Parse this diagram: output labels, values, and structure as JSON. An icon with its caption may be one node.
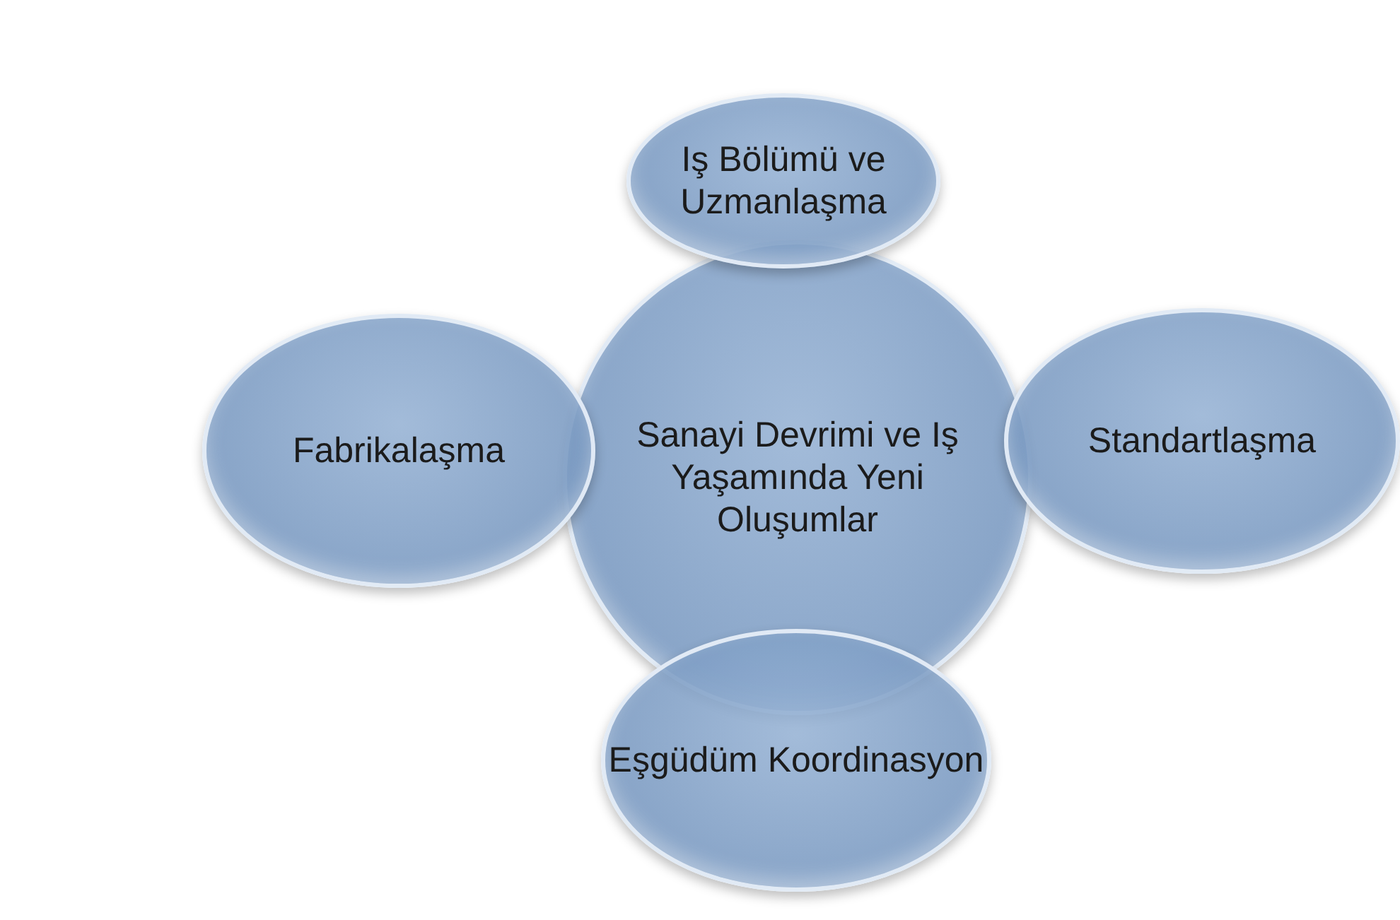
{
  "diagram": {
    "nodes": [
      {
        "text": [
          "Iş Bölümü ve Uzmanlaşma"
        ]
      },
      {
        "text": [
          "Fabrikalaşma"
        ]
      },
      {
        "text": [
          "Sanayi Devrimi ve Iş Yaşamında Yeni Oluşumlar"
        ]
      },
      {
        "text": [
          "Standartlaşma"
        ]
      },
      {
        "text": [
          "Eşgüdüm Koordinasyon"
        ]
      }
    ]
  }
}
